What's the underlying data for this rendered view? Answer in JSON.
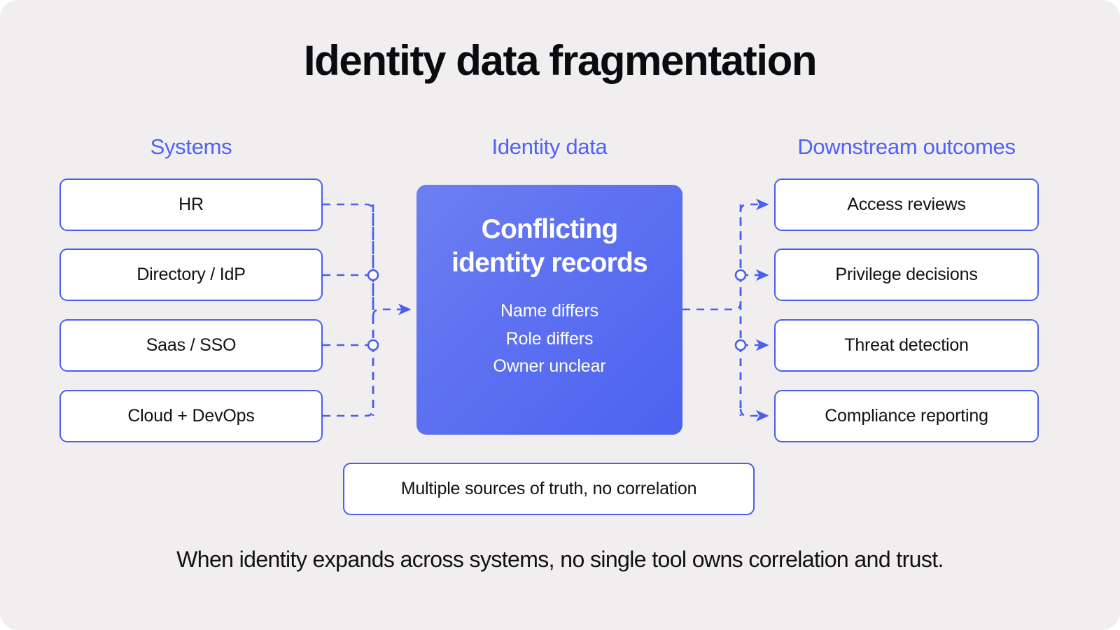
{
  "title": "Identity data fragmentation",
  "footer": "When identity expands across systems, no single tool owns correlation and trust.",
  "colors": {
    "background": "#f0eeef",
    "accent": "#4a5ef0",
    "heading_accent": "#4f62f2",
    "hub_gradient_start": "#6d7ff1",
    "hub_gradient_end": "#4c62f0",
    "node_fill": "#ffffff",
    "text": "#111114",
    "title_text": "#0b0b0f"
  },
  "columns": {
    "systems": {
      "heading": "Systems",
      "items": [
        {
          "label": "HR"
        },
        {
          "label": "Directory / IdP"
        },
        {
          "label": "Saas / SSO"
        },
        {
          "label": "Cloud + DevOps"
        }
      ]
    },
    "identity": {
      "heading": "Identity data",
      "hub": {
        "title": "Conflicting identity records",
        "details": [
          "Name differs",
          "Role differs",
          "Owner unclear"
        ]
      }
    },
    "outcomes": {
      "heading": "Downstream outcomes",
      "items": [
        {
          "label": "Access reviews"
        },
        {
          "label": "Privilege decisions"
        },
        {
          "label": "Threat detection"
        },
        {
          "label": "Compliance reporting"
        }
      ]
    }
  },
  "caption": "Multiple sources of truth, no correlation",
  "connectors": {
    "style": "dashed",
    "arrowhead": "solid-triangle",
    "junction_marker": "hollow-circle",
    "color": "#4a5ef0"
  }
}
